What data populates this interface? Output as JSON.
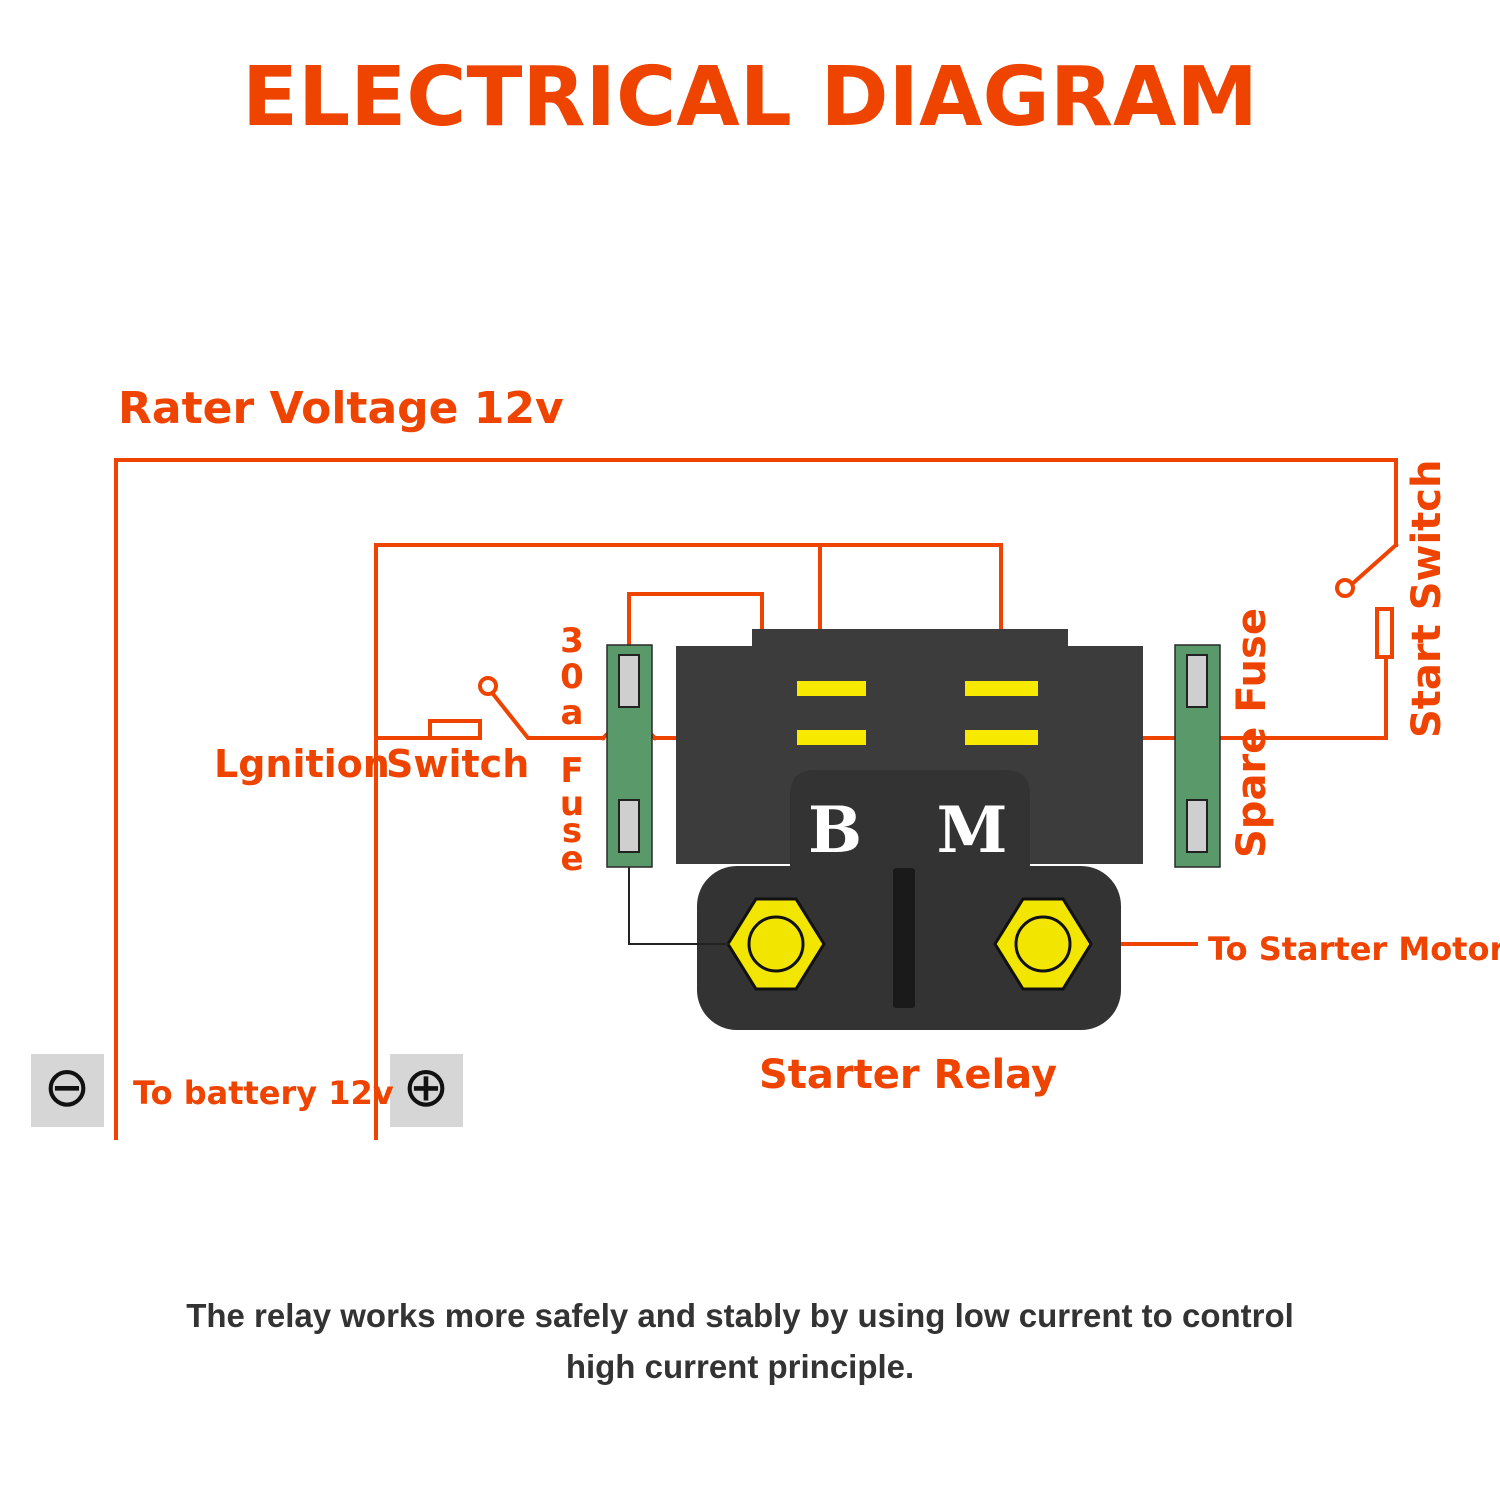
{
  "title": "ELECTRICAL DIAGRAM",
  "labels": {
    "rater_voltage": "Rater Voltage 12v",
    "ignition_switch_a": "Lgnition",
    "ignition_switch_b": "Switch",
    "fuse_30a_chars": [
      "3",
      "0",
      "a",
      "F",
      "u",
      "s",
      "e"
    ],
    "spare_fuse": "Spare Fuse",
    "start_switch": "Start Switch",
    "relay_b": "B",
    "relay_m": "M",
    "to_starter_motor": "To Starter Motor",
    "starter_relay": "Starter Relay",
    "to_battery": "To battery 12v",
    "negative_symbol": "⊖",
    "positive_symbol": "⊕"
  },
  "caption": {
    "line1": "The relay works more safely and stably by using low current to control",
    "line2": "high current principle."
  },
  "colors": {
    "accent": "#ee4400",
    "relay_body": "#3c3c3c",
    "relay_bottom": "#333333",
    "terminal_yellow": "#f2e600",
    "contact_yellow": "#f7ea00",
    "fuse_green": "#5a9a6a",
    "terminal_gray": "#cfcfcf",
    "caption_text": "#333333"
  }
}
